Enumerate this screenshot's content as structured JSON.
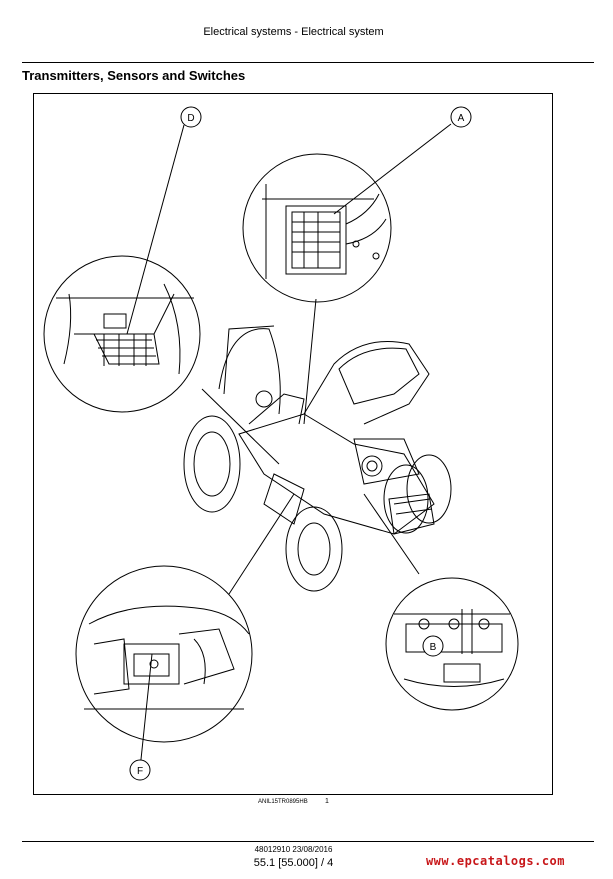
{
  "header": {
    "title": "Electrical systems - Electrical system"
  },
  "section": {
    "title": "Transmitters, Sensors and Switches"
  },
  "figure": {
    "callouts": {
      "a": "A",
      "b": "B",
      "d": "D",
      "f": "F"
    },
    "code": "ANIL15TR0895HB",
    "number": "1"
  },
  "footer": {
    "doc_ref": "48012910 23/08/2016",
    "page_ref": "55.1 [55.000] / 4",
    "watermark": "www.epcatalogs.com",
    "watermark_color": "#c8171a"
  }
}
